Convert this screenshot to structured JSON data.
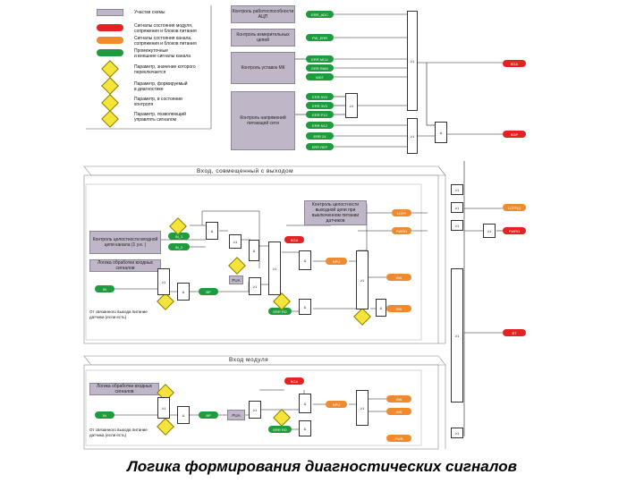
{
  "caption": "Логика формирования диагностических сигналов",
  "legend": [
    {
      "type": "gray",
      "text": "Участки схемы"
    },
    {
      "type": "red",
      "text": "Сигналы состояния модуля,\nсопряжения и блоков питания"
    },
    {
      "type": "orange",
      "text": "Сигналы состояния канала,\nсопряжения и блоков питания"
    },
    {
      "type": "green",
      "text": "Промежуточные\nи внешние сигналы канала"
    },
    {
      "type": "diamond",
      "text": "Параметр, значение которого\nпереключается"
    },
    {
      "type": "diamond",
      "text": "Параметр, формируемый\nв диагностике"
    },
    {
      "type": "diamond",
      "text": "Параметр, в состоянии\nконтроля"
    },
    {
      "type": "diamond",
      "text": "Параметр, позволяющий\nуправлять сигналом"
    }
  ],
  "top_blocks": [
    {
      "label": "Контроль работоспособности АЦП",
      "out": "ERR_ADC"
    },
    {
      "label": "Контроль измерительных цепей",
      "out": "PW_ERR"
    },
    {
      "label": "Контроль уставок МК",
      "outs": [
        "ERR MCU",
        "ERR RAM",
        "WDT"
      ]
    },
    {
      "label": "Контроль напряжений питающей сети",
      "outs": [
        "ERR 5V0",
        "ERR 3V3",
        "ERR P12",
        "ERR N12",
        "ERR 24",
        "ERR REF"
      ]
    }
  ],
  "right_signals": {
    "bga": "BGA",
    "bgp": "BGP",
    "lcfp": "LCFP(I)",
    "pwro": "PWRO",
    "bt": "BT"
  },
  "panel1": {
    "title": "Вход, совмещенный с выходом",
    "block_filter": "Контроль целостности входной цепи канала (1 у.е. )",
    "block_logic": "Логика обработки входных сигналов",
    "block_right": "Контроль целостности выходной цепи при выключенном питании датчиков",
    "signals": [
      "IN",
      "IN_1",
      "IN_2",
      "BGA",
      "NPU",
      "ERR RD",
      "PUA",
      "BP",
      "LCFP",
      "PWRO",
      "HW"
    ],
    "note": "От связанного выхода питание датчика (если есть)"
  },
  "panel2": {
    "title": "Вход модуля",
    "block_logic": "Логика обработки входных сигналов",
    "signals": [
      "IN",
      "BGA",
      "NPU",
      "PUA",
      "ERR RD",
      "BP",
      "HW",
      "PWR"
    ],
    "note": "От связанного выхода питание датчика (если есть)"
  },
  "gates": {
    "or": "≥1",
    "and": "&"
  }
}
